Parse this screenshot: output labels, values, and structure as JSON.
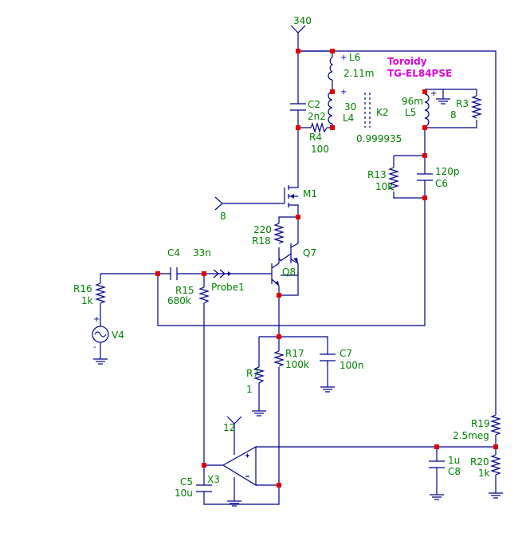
{
  "labels": {
    "supply_340": "340",
    "supply_8": "8",
    "supply_12": "12",
    "L6_name": "L6",
    "L6_value": "2.11m",
    "L4_value": "30",
    "L4_name": "L4",
    "L5_value": "96m",
    "L5_name": "L5",
    "C2_name": "C2",
    "C2_value": "2n2",
    "R4_name": "R4",
    "R4_value": "100",
    "K2_name": "K2",
    "K2_value": "0.999935",
    "R3_name": "R3",
    "R3_value": "8",
    "R13_name": "R13",
    "R13_value": "10k",
    "C6_value": "120p",
    "C6_name": "C6",
    "M1_name": "M1",
    "R18_value": "220",
    "R18_name": "R18",
    "Q7_name": "Q7",
    "Q8_name": "Q8",
    "C4_name": "C4",
    "C4_value": "33n",
    "R15_name": "R15",
    "R15_value": "680k",
    "probe_name": "Probe1",
    "R16_name": "R16",
    "R16_value": "1k",
    "V4_name": "V4",
    "R17_name": "R17",
    "R17_value": "100k",
    "C7_name": "C7",
    "C7_value": "100n",
    "R7_name": "R7",
    "R7_value": "1",
    "X3_name": "X3",
    "C5_name": "C5",
    "C5_value": "10u",
    "R19_name": "R19",
    "R19_value": "2.5meg",
    "R20_name": "R20",
    "R20_value": "1k",
    "C8_value": "1u",
    "C8_name": "C8",
    "plus": "+",
    "minus": "-"
  },
  "note": {
    "line1": "Toroidy",
    "line2": "TG-EL84PSE"
  },
  "colors": {
    "wire": "#00008b",
    "label": "#008000",
    "note": "#dd00dd",
    "junction": "#e00000"
  }
}
